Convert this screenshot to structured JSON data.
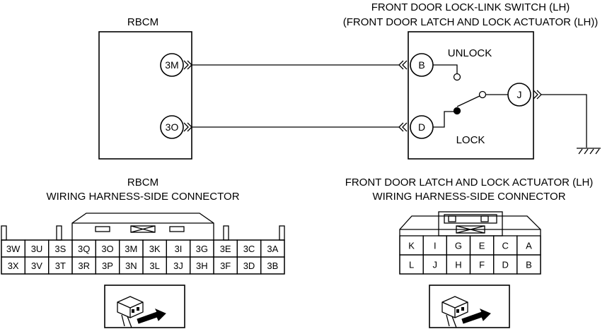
{
  "rbcm": {
    "title": "RBCM",
    "pin_top": "3M",
    "pin_bottom": "3O"
  },
  "switch": {
    "title_line1": "FRONT DOOR LOCK-LINK SWITCH (LH)",
    "title_line2": "(FRONT DOOR LATCH AND LOCK ACTUATOR (LH))",
    "pin_b": "B",
    "pin_d": "D",
    "pin_j": "J",
    "unlock_label": "UNLOCK",
    "lock_label": "LOCK"
  },
  "rbcm_connector": {
    "title_line1": "RBCM",
    "title_line2": "WIRING HARNESS-SIDE CONNECTOR",
    "row1": [
      "3W",
      "3U",
      "3S",
      "3Q",
      "3O",
      "3M",
      "3K",
      "3I",
      "3G",
      "3E",
      "3C",
      "3A"
    ],
    "row2": [
      "3X",
      "3V",
      "3T",
      "3R",
      "3P",
      "3N",
      "3L",
      "3J",
      "3H",
      "3F",
      "3D",
      "3B"
    ]
  },
  "actuator_connector": {
    "title_line1": "FRONT DOOR LATCH AND LOCK ACTUATOR (LH)",
    "title_line2": "WIRING HARNESS-SIDE CONNECTOR",
    "row1": [
      "K",
      "I",
      "G",
      "E",
      "C",
      "A"
    ],
    "row2": [
      "L",
      "J",
      "H",
      "F",
      "D",
      "B"
    ]
  }
}
